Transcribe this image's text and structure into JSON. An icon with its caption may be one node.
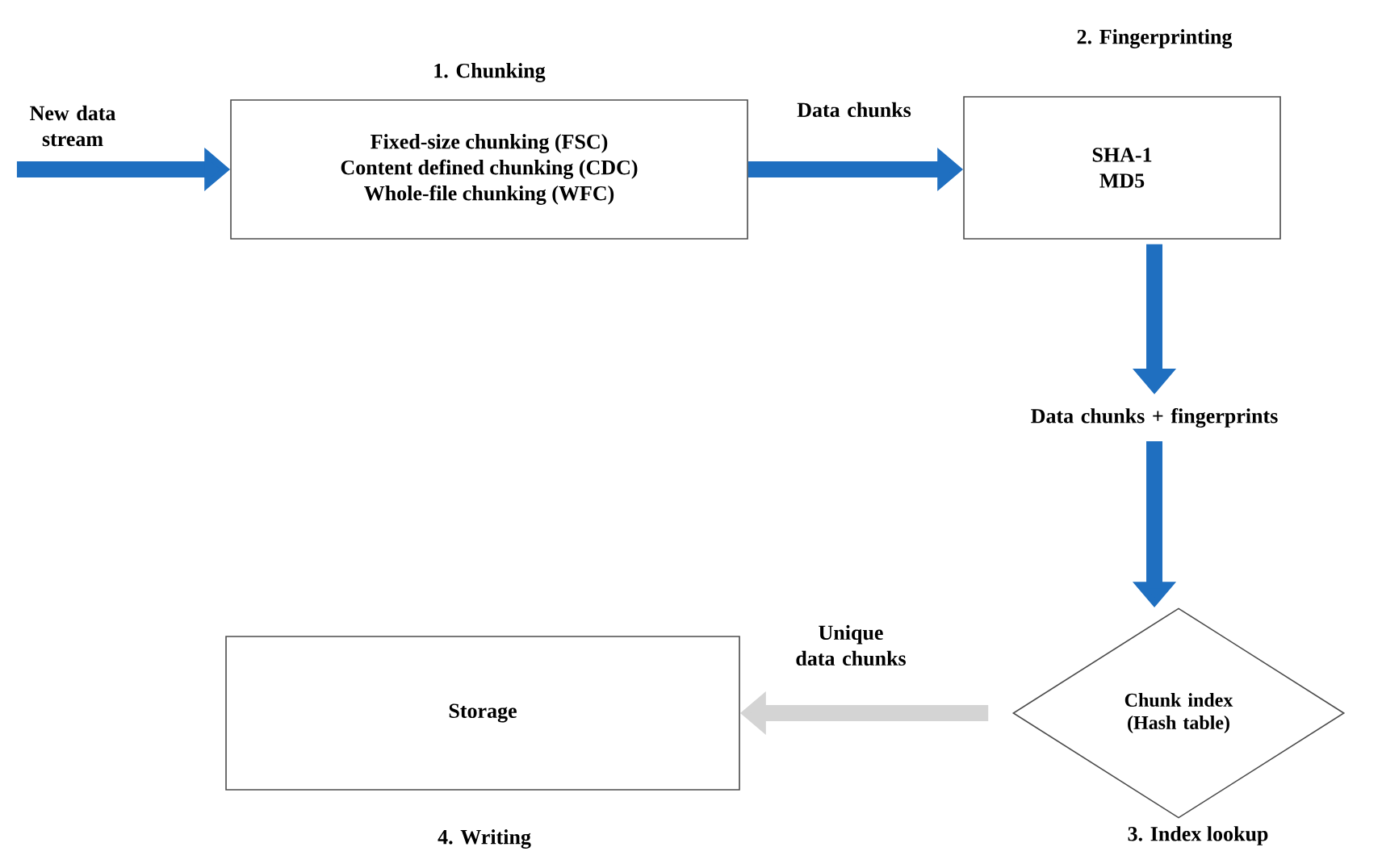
{
  "diagram": {
    "nodes": [
      {
        "text": [
          "New data stream"
        ]
      },
      {
        "text": [
          "1.  Chunking",
          "Fixed-size chunking (FSC)",
          "Content defined chunking (CDC)",
          "Whole-file chunking (WFC)"
        ]
      },
      {
        "text": [
          "2.  Fingerprinting",
          "SHA-1",
          "MD5"
        ]
      },
      {
        "text": [
          "Data chunks + fingerprints"
        ]
      },
      {
        "text": [
          "Chunk index (Hash table)",
          "3. Index lookup"
        ]
      },
      {
        "text": [
          "Storage",
          "4.  Writing"
        ]
      }
    ],
    "edges": [
      {
        "from": 0,
        "to": 1,
        "arrow": "to"
      },
      {
        "from": 1,
        "to": 2,
        "arrow": "to",
        "label": "Data chunks"
      },
      {
        "from": 2,
        "to": 3,
        "arrow": "to"
      },
      {
        "from": 3,
        "to": 4,
        "arrow": "to"
      },
      {
        "from": 4,
        "to": 5,
        "arrow": "to",
        "label": "Unique data chunks",
        "color": "#d4d4d4"
      }
    ]
  }
}
